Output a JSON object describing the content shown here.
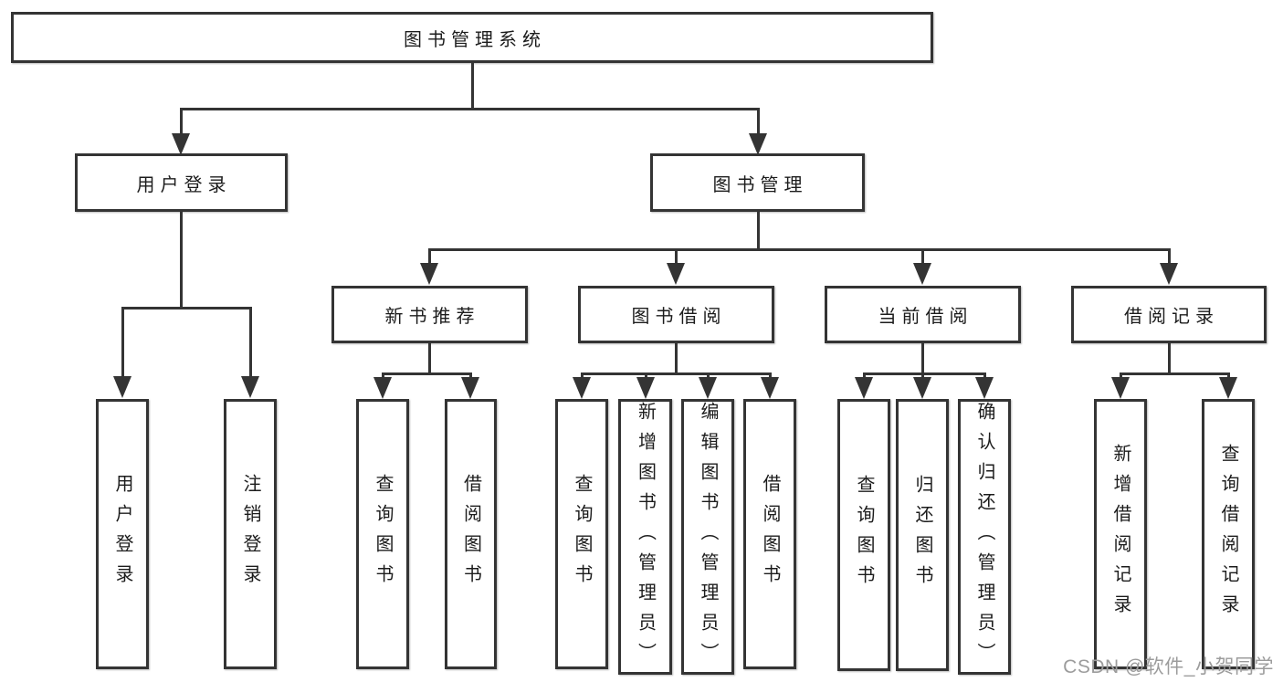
{
  "tree": {
    "root": {
      "label": "图书管理系统"
    },
    "branches": [
      {
        "label": "用户登录",
        "children": [
          {
            "label": "用户登录"
          },
          {
            "label": "注销登录"
          }
        ]
      },
      {
        "label": "图书管理",
        "children": [
          {
            "label": "新书推荐",
            "children": [
              {
                "label": "查询图书"
              },
              {
                "label": "借阅图书"
              }
            ]
          },
          {
            "label": "图书借阅",
            "children": [
              {
                "label": "查询图书"
              },
              {
                "label": "新增图书（管理员）"
              },
              {
                "label": "编辑图书（管理员）"
              },
              {
                "label": "借阅图书"
              }
            ]
          },
          {
            "label": "当前借阅",
            "children": [
              {
                "label": "查询图书"
              },
              {
                "label": "归还图书"
              },
              {
                "label": "确认归还（管理员）"
              }
            ]
          },
          {
            "label": "借阅记录",
            "children": [
              {
                "label": "新增借阅记录"
              },
              {
                "label": "查询借阅记录"
              }
            ]
          }
        ]
      }
    ]
  },
  "watermark": "CSDN @软件_小贺同学",
  "colors": {
    "line": "#343434",
    "box_border": "#343434",
    "box_fill": "#ffffff",
    "text": "#1c1c1c",
    "watermark": "#9c9c9c",
    "background": "#ffffff"
  }
}
